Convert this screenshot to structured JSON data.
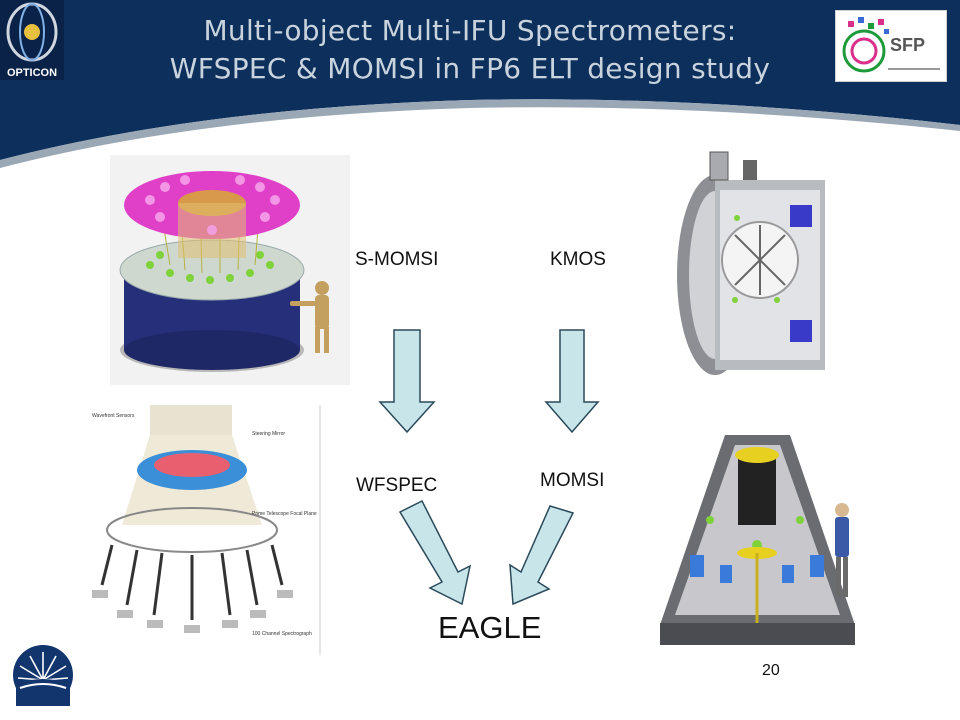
{
  "slide": {
    "title_line1": "Multi-object Multi-IFU Spectrometers:",
    "title_line2": "WFSPEC & MOMSI in FP6 ELT design study",
    "page_number": "20"
  },
  "logos": {
    "left": "OPTICON",
    "right": "SFP"
  },
  "labels": {
    "s_momsi": "S-MOMSI",
    "kmos": "KMOS",
    "wfspec": "WFSPEC",
    "momsi": "MOMSI",
    "eagle": "EAGLE"
  },
  "illustrations": {
    "wfspec_labels": [
      "Wavefront Sensors",
      "Steering Mirror",
      "Prime Telescope Focal Plane",
      "100 Channel Spectrograph"
    ]
  },
  "colors": {
    "header_navy": "#0c2f5c",
    "title_text": "#c9d3dd",
    "arrow_fill": "#c8e6ea",
    "arrow_stroke": "#2a4a5a",
    "magenta": "#e040c8",
    "green": "#7fd23a",
    "blue_drum": "#26307a"
  }
}
